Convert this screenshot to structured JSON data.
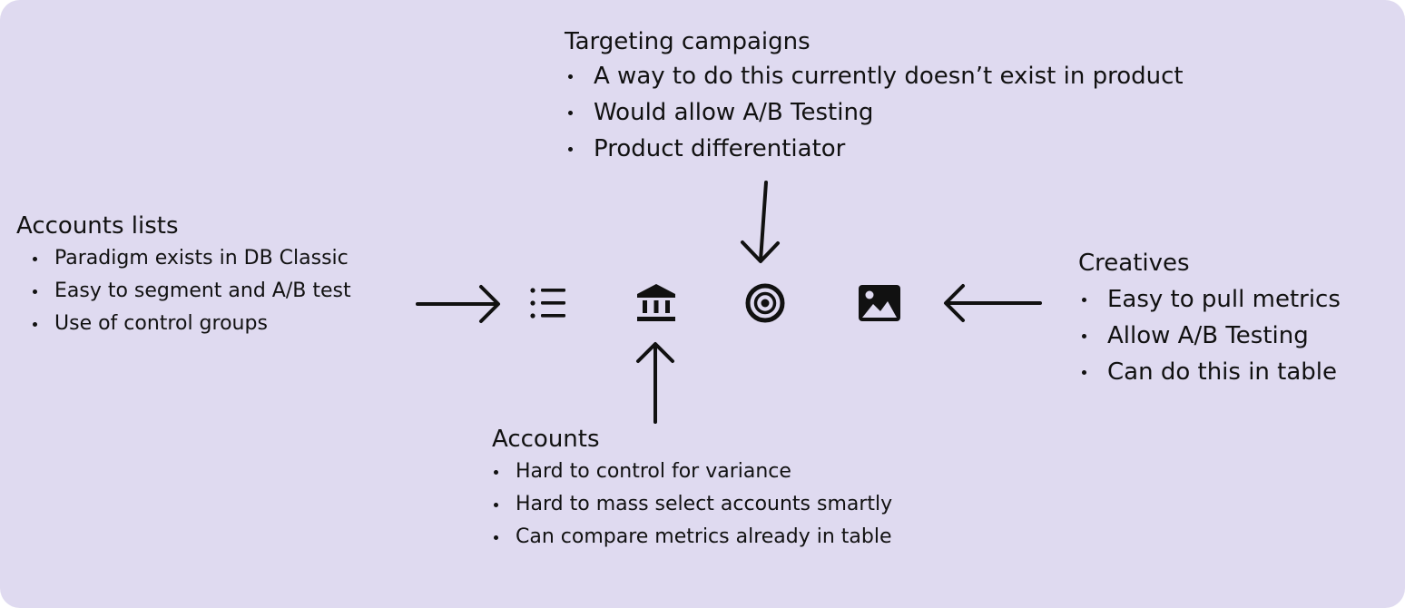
{
  "targeting": {
    "title": "Targeting campaigns",
    "points": [
      "A way to do this currently doesn’t exist in product",
      "Would allow A/B Testing",
      "Product differentiator"
    ]
  },
  "accounts_lists": {
    "title": "Accounts lists",
    "points": [
      "Paradigm exists in DB Classic",
      "Easy to segment and A/B test",
      "Use of control groups"
    ]
  },
  "creatives": {
    "title": "Creatives",
    "points": [
      "Easy to pull metrics",
      "Allow A/B Testing",
      "Can do this in table"
    ]
  },
  "accounts": {
    "title": "Accounts",
    "points": [
      "Hard to control for variance",
      "Hard to mass select accounts smartly",
      "Can compare metrics already in table"
    ]
  },
  "icons": [
    "list-icon",
    "bank-icon",
    "target-icon",
    "image-icon"
  ],
  "colors": {
    "background": "#dfdaf0",
    "ink": "#111111"
  }
}
